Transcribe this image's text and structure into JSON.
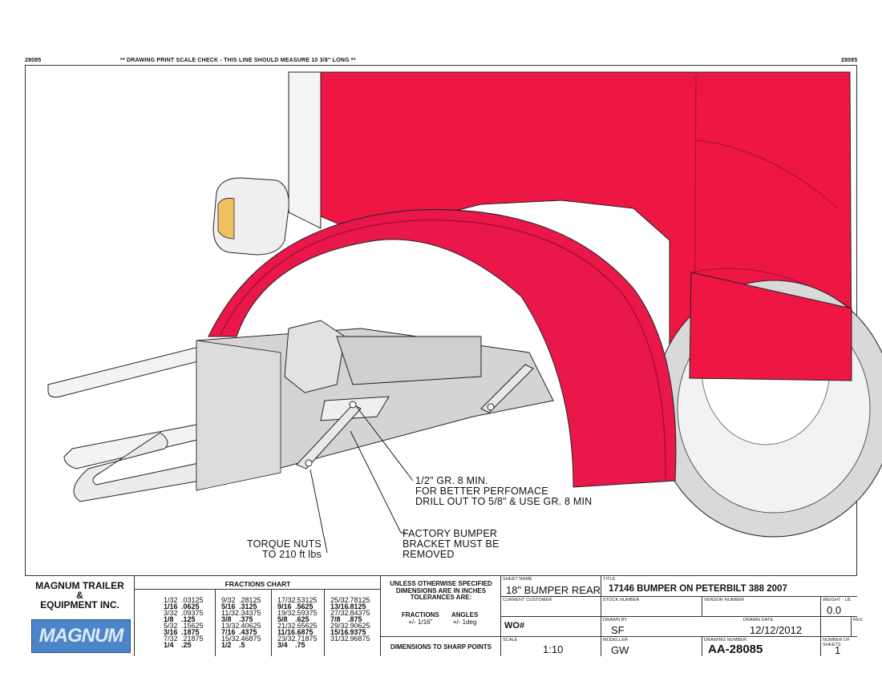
{
  "header": {
    "left_id": "28085",
    "scale_check": "** DRAWING PRINT SCALE CHECK - THIS LINE SHOULD MEASURE 10 3/8\" LONG **",
    "right_id": "28085"
  },
  "annotations": {
    "bolt_note": "1/2\" GR. 8 MIN.\nFOR BETTER PERFOMACE\nDRILL OUT TO 5/8\" & USE GR. 8 MIN",
    "bracket_note": "FACTORY BUMPER\nBRACKET MUST BE\nREMOVED",
    "torque_note": "TORQUE NUTS\nTO 210 ft lbs"
  },
  "title_block": {
    "company_line1": "MAGNUM TRAILER",
    "company_line2": "&",
    "company_line3": "EQUIPMENT INC.",
    "logo_text": "MAGNUM",
    "fractions_title": "FRACTIONS CHART",
    "fractions": [
      [
        [
          "1/32",
          ".03125",
          false
        ],
        [
          "1/16",
          ".0625",
          true
        ],
        [
          "3/32",
          ".09375",
          false
        ],
        [
          "1/8",
          ".125",
          true
        ],
        [
          "5/32",
          ".15625",
          false
        ],
        [
          "3/16",
          ".1875",
          true
        ],
        [
          "7/32",
          ".21875",
          false
        ],
        [
          "1/4",
          ".25",
          true
        ]
      ],
      [
        [
          "9/32",
          ".28125",
          false
        ],
        [
          "5/16",
          ".3125",
          true
        ],
        [
          "11/32",
          ".34375",
          false
        ],
        [
          "3/8",
          ".375",
          true
        ],
        [
          "13/32",
          ".40625",
          false
        ],
        [
          "7/16",
          ".4375",
          true
        ],
        [
          "15/32",
          ".46875",
          false
        ],
        [
          "1/2",
          ".5",
          true
        ]
      ],
      [
        [
          "17/32",
          ".53125",
          false
        ],
        [
          "9/16",
          ".5625",
          true
        ],
        [
          "19/32",
          ".59375",
          false
        ],
        [
          "5/8",
          ".625",
          true
        ],
        [
          "21/32",
          ".65625",
          false
        ],
        [
          "11/16",
          ".6875",
          true
        ],
        [
          "23/32",
          ".71875",
          false
        ],
        [
          "3/4",
          ".75",
          true
        ]
      ],
      [
        [
          "25/32",
          ".78125",
          false
        ],
        [
          "13/16",
          ".8125",
          true
        ],
        [
          "27/32",
          ".84375",
          false
        ],
        [
          "7/8",
          ".875",
          true
        ],
        [
          "29/32",
          ".90625",
          false
        ],
        [
          "15/16",
          ".9375",
          true
        ],
        [
          "31/32",
          ".96875",
          false
        ]
      ]
    ],
    "tolerance_line1": "UNLESS OTHERWISE SPECIFIED",
    "tolerance_line2": "DIMENSIONS ARE IN INCHES",
    "tolerance_line3": "TOLERANCES ARE:",
    "fractions_label": "FRACTIONS",
    "fractions_tol": "+/- 1/16\"",
    "angles_label": "ANGLES",
    "angles_tol": "+/- 1deg",
    "sharp_points": "DIMENSIONS TO SHARP POINTS",
    "sheet_name_label": "SHEET NAME",
    "sheet_name": "18\" BUMPER REAR",
    "title_label": "TITLE",
    "title": "17146 BUMPER ON PETERBILT 388 2007",
    "current_customer_label": "CURRENT CUSTOMER",
    "stock_number_label": "STOCK NUMBER",
    "vendor_number_label": "VENDOR NUMBER",
    "weight_label": "WEIGHT - LB.",
    "weight": "0.0",
    "wo_label": "WO#",
    "drawn_by_label": "DRAWN BY",
    "drawn_by": "SF",
    "drawn_date_label": "DRAWN DATE",
    "drawn_date": "12/12/2012",
    "rev_label": "REV.",
    "scale_label": "SCALE",
    "scale": "1:10",
    "modeller_label": "MODELLER",
    "modeller": "GW",
    "drawing_number_label": "DRAWING NUMBER",
    "drawing_number": "AA-28085",
    "sheets_label": "NUMBER OF SHEETS",
    "sheets": "1"
  }
}
